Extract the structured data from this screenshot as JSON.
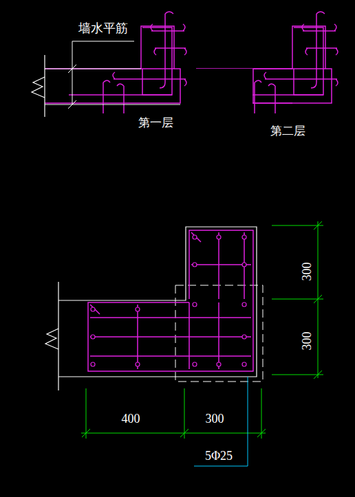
{
  "diagram": {
    "labels": [
      "墙水平筋",
      "第一层",
      "第二层",
      "300",
      "300",
      "400",
      "300",
      "5Φ25"
    ]
  }
}
